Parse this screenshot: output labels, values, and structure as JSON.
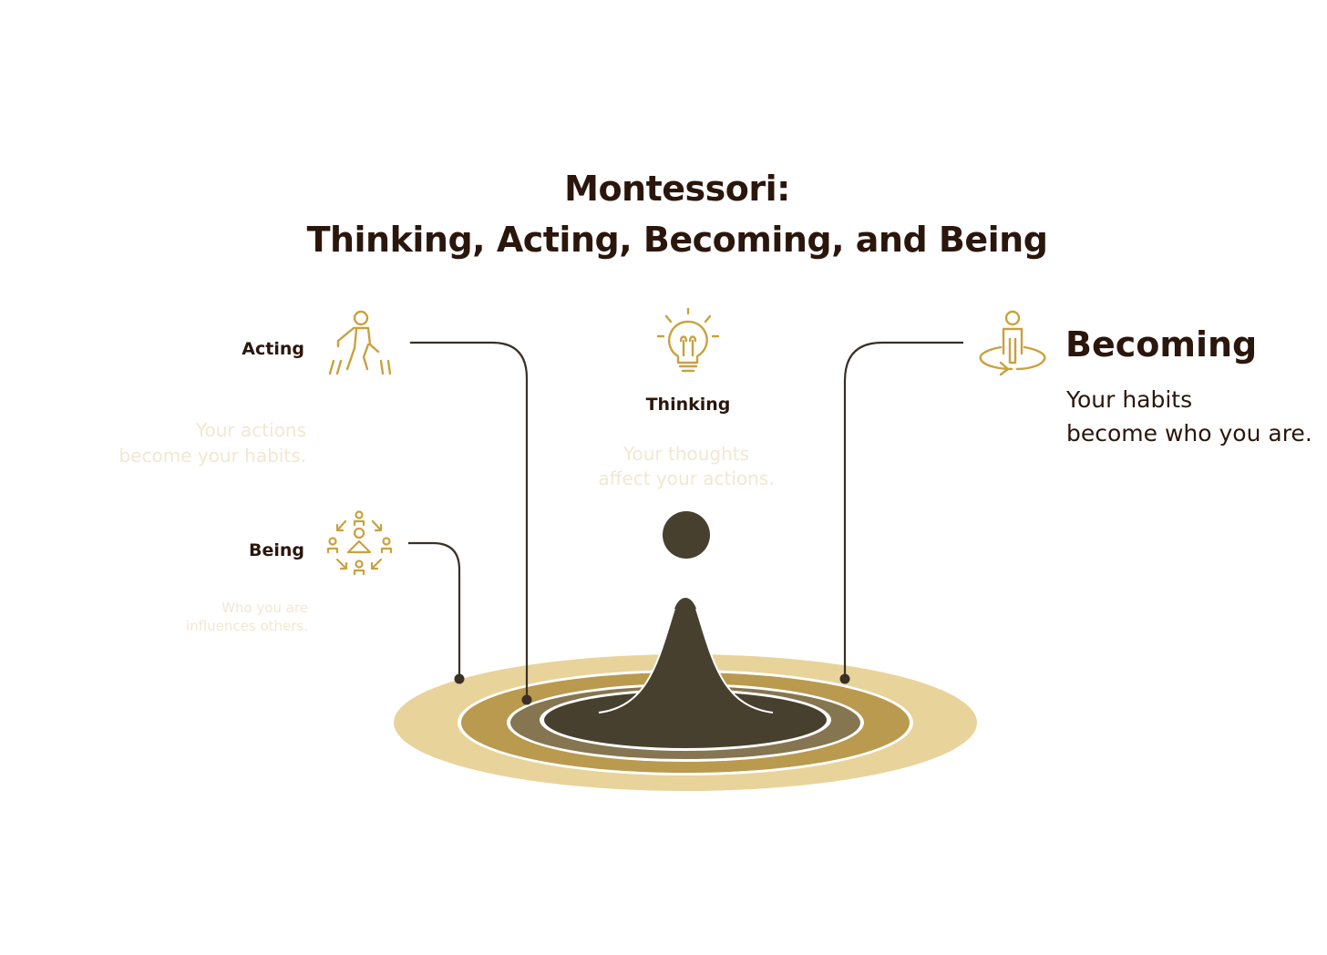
{
  "title": {
    "line1": "Montessori:",
    "line2": "Thinking, Acting, Becoming, and Being"
  },
  "stages": {
    "acting": {
      "label": "Acting",
      "desc_line1": "Your actions",
      "desc_line2": "become your habits.",
      "icon": "walking-person-icon"
    },
    "thinking": {
      "label": "Thinking",
      "desc_line1": "Your thoughts",
      "desc_line2": "affect your actions.",
      "icon": "lightbulb-icon"
    },
    "becoming": {
      "label": "Becoming",
      "desc_line1": "Your habits",
      "desc_line2": "become who you are.",
      "icon": "person-rotation-icon"
    },
    "being": {
      "label": "Being",
      "desc_line1": "Who you are",
      "desc_line2": "influences others.",
      "icon": "community-arrows-icon"
    }
  },
  "colors": {
    "title_text": "#2b160c",
    "icon_gold": "#c9a13f",
    "faded_text": "#f3e7d2",
    "ring_outer": "#e8d39b",
    "ring_mid": "#b99a4e",
    "ring_inner": "#857551",
    "center_dark": "#47402f",
    "connector": "#3a3026"
  }
}
